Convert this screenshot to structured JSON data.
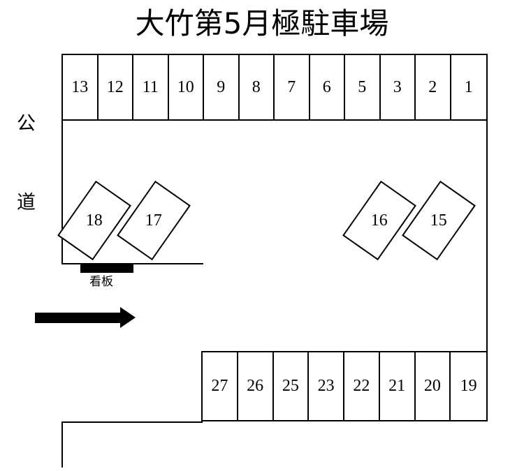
{
  "title": "大竹第5月極駐車場",
  "labels": {
    "road_char_1": "公",
    "road_char_2": "道",
    "signboard": "看板"
  },
  "icons": {
    "direction_arrow": "arrow-right-icon",
    "signboard_marker": "signboard-icon"
  },
  "colors": {
    "stroke": "#000000",
    "background": "#ffffff",
    "signboard_fill": "#000000",
    "arrow_fill": "#000000"
  },
  "lot": {
    "top_row": {
      "name": "north-stall-row",
      "stalls": [
        {
          "number": "13"
        },
        {
          "number": "12"
        },
        {
          "number": "11"
        },
        {
          "number": "10"
        },
        {
          "number": "9"
        },
        {
          "number": "8"
        },
        {
          "number": "7"
        },
        {
          "number": "6"
        },
        {
          "number": "5"
        },
        {
          "number": "3"
        },
        {
          "number": "2"
        },
        {
          "number": "1"
        }
      ]
    },
    "bottom_row": {
      "name": "south-stall-row",
      "stalls": [
        {
          "number": "27"
        },
        {
          "number": "26"
        },
        {
          "number": "25"
        },
        {
          "number": "23"
        },
        {
          "number": "22"
        },
        {
          "number": "21"
        },
        {
          "number": "20"
        },
        {
          "number": "19"
        }
      ]
    },
    "angled_west": [
      {
        "number": "18"
      },
      {
        "number": "17"
      }
    ],
    "angled_east": [
      {
        "number": "16"
      },
      {
        "number": "15"
      }
    ]
  }
}
